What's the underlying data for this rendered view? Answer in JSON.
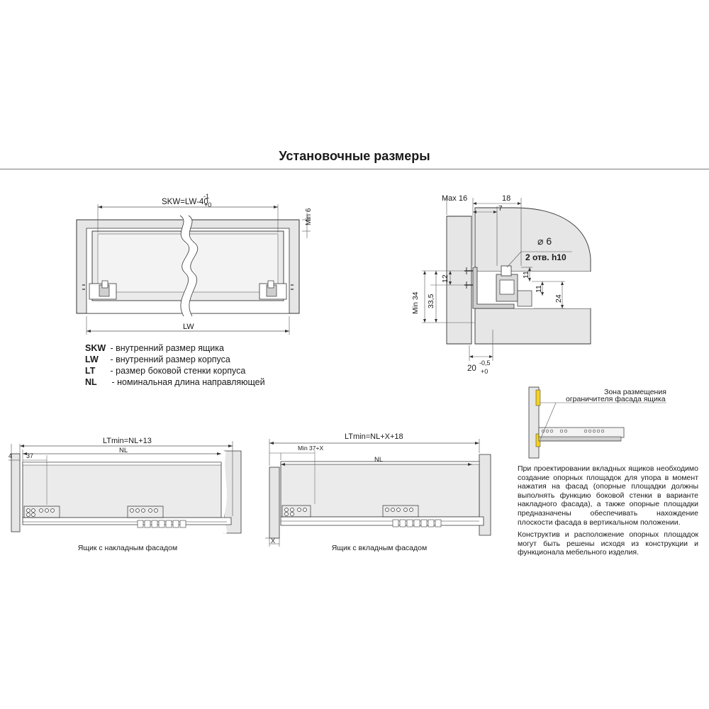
{
  "title": "Установочные  размеры",
  "top_left": {
    "dim_skw_main": "SKW=LW-40",
    "dim_skw_tol_upper": "-1",
    "dim_skw_tol_lower": "+0",
    "dim_min6": "Min 6",
    "dim_lw": "LW"
  },
  "legend": [
    {
      "abbr": "SKW",
      "desc": "- внутренний размер ящика"
    },
    {
      "abbr": "LW",
      "desc": "- внутренний размер корпуса"
    },
    {
      "abbr": "LT",
      "desc": "- размер боковой стенки корпуса"
    },
    {
      "abbr": "NL",
      "desc": "- номинальная длина направляющей"
    }
  ],
  "top_right": {
    "dim_max16": "Max 16",
    "dim_18": "18",
    "dim_7": "7",
    "hole_diameter": "⌀ 6",
    "hole_count": "2 отв. h10",
    "dim_12": "12",
    "dim_min34": "Min 34",
    "dim_33_5": "33,5",
    "dim_11a": "11",
    "dim_11b": "11",
    "dim_24": "24",
    "dim_20": "20",
    "dim_20_tol_upper": "-0,5",
    "dim_20_tol_lower": "+0"
  },
  "limiter": {
    "zone_label_1": "Зона размещения",
    "zone_label_2": "ограничителя фасада ящика"
  },
  "bottom_left": {
    "dim_ltmin": "LTmin=NL+13",
    "dim_nl": "NL",
    "dim_4": "4",
    "dim_37": "37",
    "caption": "Ящик с накладным фасадом"
  },
  "bottom_mid": {
    "dim_ltmin": "LTmin=NL+X+18",
    "dim_min37x": "Min 37+X",
    "dim_nl": "NL",
    "dim_x": "X",
    "caption": "Ящик с вкладным фасадом"
  },
  "notes": {
    "paragraph_1": "При проектировании вкладных ящиков необходимо создание опорных площадок для упора в момент нажатия на фасад (опорные площадки должны выполнять функцию боковой стенки в варианте накладного фасада), а также опорные площадки предназначены обеспечивать нахождение плоскости фасада в вертикальном положении.",
    "paragraph_2": "Конструктив и расположение опорных площадок могут быть решены исходя из конструкции и функционала мебельного изделия."
  },
  "colors": {
    "panel_fill": "#e6e6e6",
    "panel_light": "#f3f3f3",
    "line": "#333333",
    "dim_line": "#555555",
    "highlight": "#f4d21f"
  }
}
